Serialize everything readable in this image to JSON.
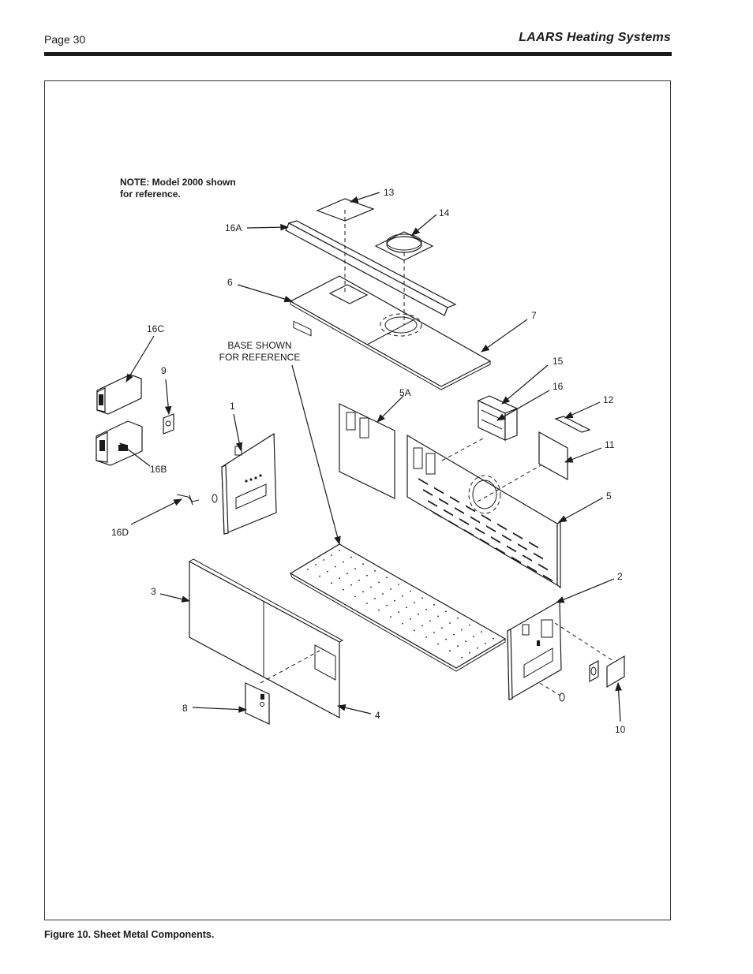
{
  "header": {
    "page_number": "Page 30",
    "brand": "LAARS Heating Systems"
  },
  "figure": {
    "note_line1": "NOTE: Model 2000 shown",
    "note_line2": "for reference.",
    "base_note_line1": "BASE SHOWN",
    "base_note_line2": "FOR REFERENCE",
    "caption": "Figure 10. Sheet Metal Components.",
    "callouts": {
      "p1": "1",
      "p2": "2",
      "p3": "3",
      "p4": "4",
      "p5": "5",
      "p5a": "5A",
      "p6": "6",
      "p7": "7",
      "p8": "8",
      "p9": "9",
      "p10": "10",
      "p11": "11",
      "p12": "12",
      "p13": "13",
      "p14": "14",
      "p15": "15",
      "p16": "16",
      "p16a": "16A",
      "p16b": "16B",
      "p16c": "16C",
      "p16d": "16D"
    }
  }
}
